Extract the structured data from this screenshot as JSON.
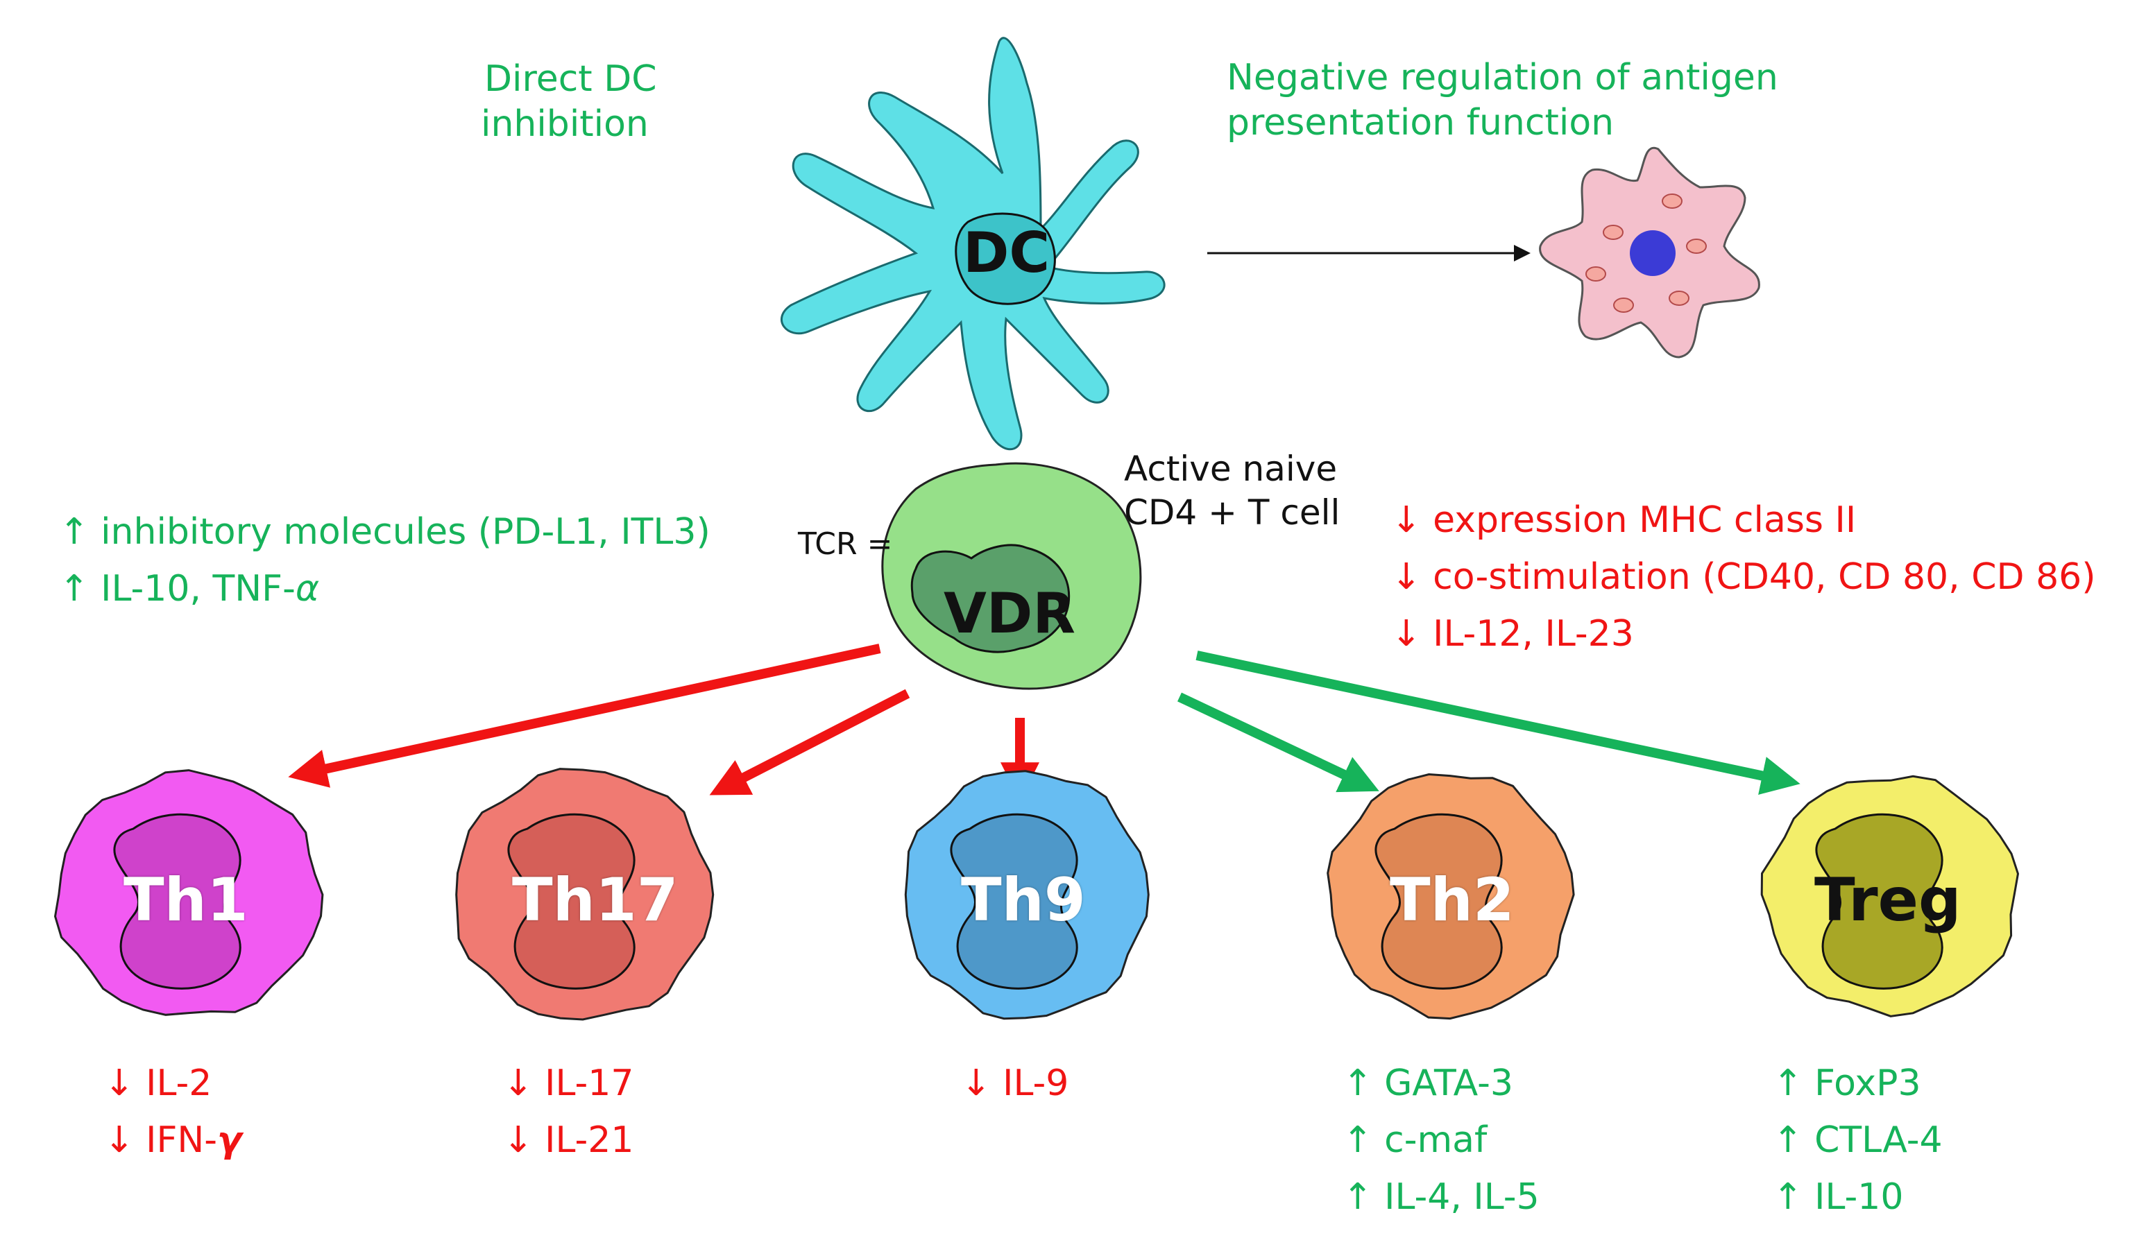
{
  "dc": {
    "label": "DC",
    "caption_left": [
      "Direct DC",
      "inhibition"
    ],
    "caption_right": [
      "Negative regulation of antigen",
      "presentation function"
    ],
    "color": "#5ee0e6"
  },
  "naive_cell": {
    "label": "VDR",
    "tcr_label": "TCR =",
    "caption": [
      "Active naive",
      "CD4 + T cell"
    ],
    "color": "#96e089"
  },
  "left_effects": [
    {
      "arrow": "↑",
      "text": "inhibitory molecules (PD-L1, ITL3)"
    },
    {
      "arrow": "↑",
      "text": "IL-10, TNF-",
      "greek": "α"
    }
  ],
  "right_effects": [
    {
      "arrow": "↓",
      "text": "expression MHC class II"
    },
    {
      "arrow": "↓",
      "text": "co-stimulation (CD40, CD 80, CD 86)"
    },
    {
      "arrow": "↓",
      "text": "IL-12, IL-23"
    }
  ],
  "subsets": [
    {
      "label": "Th1",
      "color": "#f25af2",
      "nucleus": "#c93ec4",
      "label_color": "#ffffff",
      "markers": [
        {
          "arrow": "↓",
          "text": "IL-2"
        },
        {
          "arrow": "↓",
          "text": "IFN-",
          "greek": "γ"
        }
      ],
      "marker_color": "#f01414"
    },
    {
      "label": "Th17",
      "color": "#f07a72",
      "nucleus": "#d05a54",
      "label_color": "#ffffff",
      "markers": [
        {
          "arrow": "↓",
          "text": "IL-17"
        },
        {
          "arrow": "↓",
          "text": "IL-21"
        }
      ],
      "marker_color": "#f01414"
    },
    {
      "label": "Th9",
      "color": "#67bdf2",
      "nucleus": "#4a92c2",
      "label_color": "#ffffff",
      "markers": [
        {
          "arrow": "↓",
          "text": "IL-9"
        }
      ],
      "marker_color": "#f01414"
    },
    {
      "label": "Th2",
      "color": "#f5a06a",
      "nucleus": "#d98150",
      "label_color": "#ffffff",
      "markers": [
        {
          "arrow": "↑",
          "text": "GATA-3"
        },
        {
          "arrow": "↑",
          "text": "c-maf"
        },
        {
          "arrow": "↑",
          "text": "IL-4, IL-5"
        }
      ],
      "marker_color": "#16b35a"
    },
    {
      "label": "Treg",
      "color": "#f3ee6a",
      "nucleus": "#9a9a1a",
      "label_color": "#111111",
      "markers": [
        {
          "arrow": "↑",
          "text": "FoxP3"
        },
        {
          "arrow": "↑",
          "text": "CTLA-4"
        },
        {
          "arrow": "↑",
          "text": "IL-10"
        }
      ],
      "marker_color": "#16b35a"
    }
  ],
  "colors": {
    "inhibit": "#f01414",
    "promote": "#16b35a",
    "apc": "#f4c0cc",
    "apc_nucleus": "#3b3bd6"
  }
}
